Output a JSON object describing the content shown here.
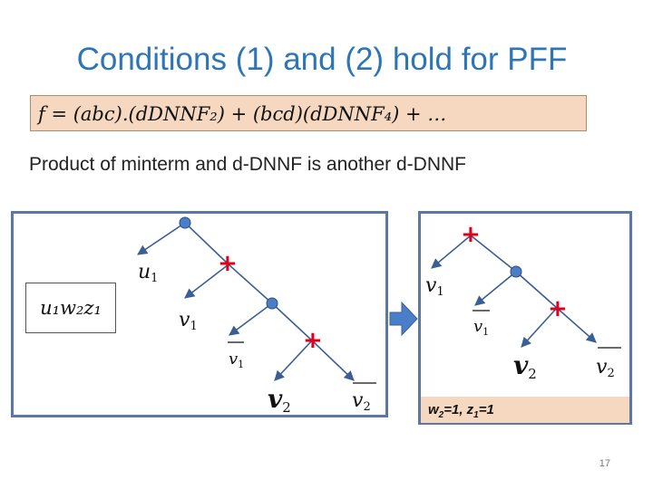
{
  "slide": {
    "title": "Conditions (1) and (2) hold for PFF",
    "formula": "f = (abc).(dDNNF₂) + (bcd)(dDNNF₄) + …",
    "subtitle": "Product of minterm and d-DNNF is another d-DNNF",
    "page_number": "17"
  },
  "left_panel": {
    "minterm": "u₁w₂z₁",
    "labels": {
      "u1": "u",
      "u1_sub": "1",
      "v1": "v",
      "v1_sub": "1",
      "nv1": "v",
      "nv1_sub": "1",
      "v2": "v",
      "v2_sub": "2",
      "nv2": "v",
      "nv2_sub": "2",
      "plus": "+"
    }
  },
  "right_panel": {
    "labels": {
      "v1": "v",
      "v1_sub": "1",
      "nv1": "v",
      "nv1_sub": "1",
      "v2": "v",
      "v2_sub": "2",
      "nv2": "v",
      "nv2_sub": "2",
      "plus": "+"
    },
    "assignment": {
      "w": "w",
      "w_sub": "2",
      "w_val": "=1, ",
      "z": "z",
      "z_sub": "1",
      "z_val": "=1"
    }
  },
  "colors": {
    "title": "#2e75b6",
    "plus": "#e0001a",
    "node": "#4a7ec8",
    "panel_border": "#5a77a8",
    "highlight": "#f5d8bf",
    "arrow": "#4a7ec8"
  }
}
